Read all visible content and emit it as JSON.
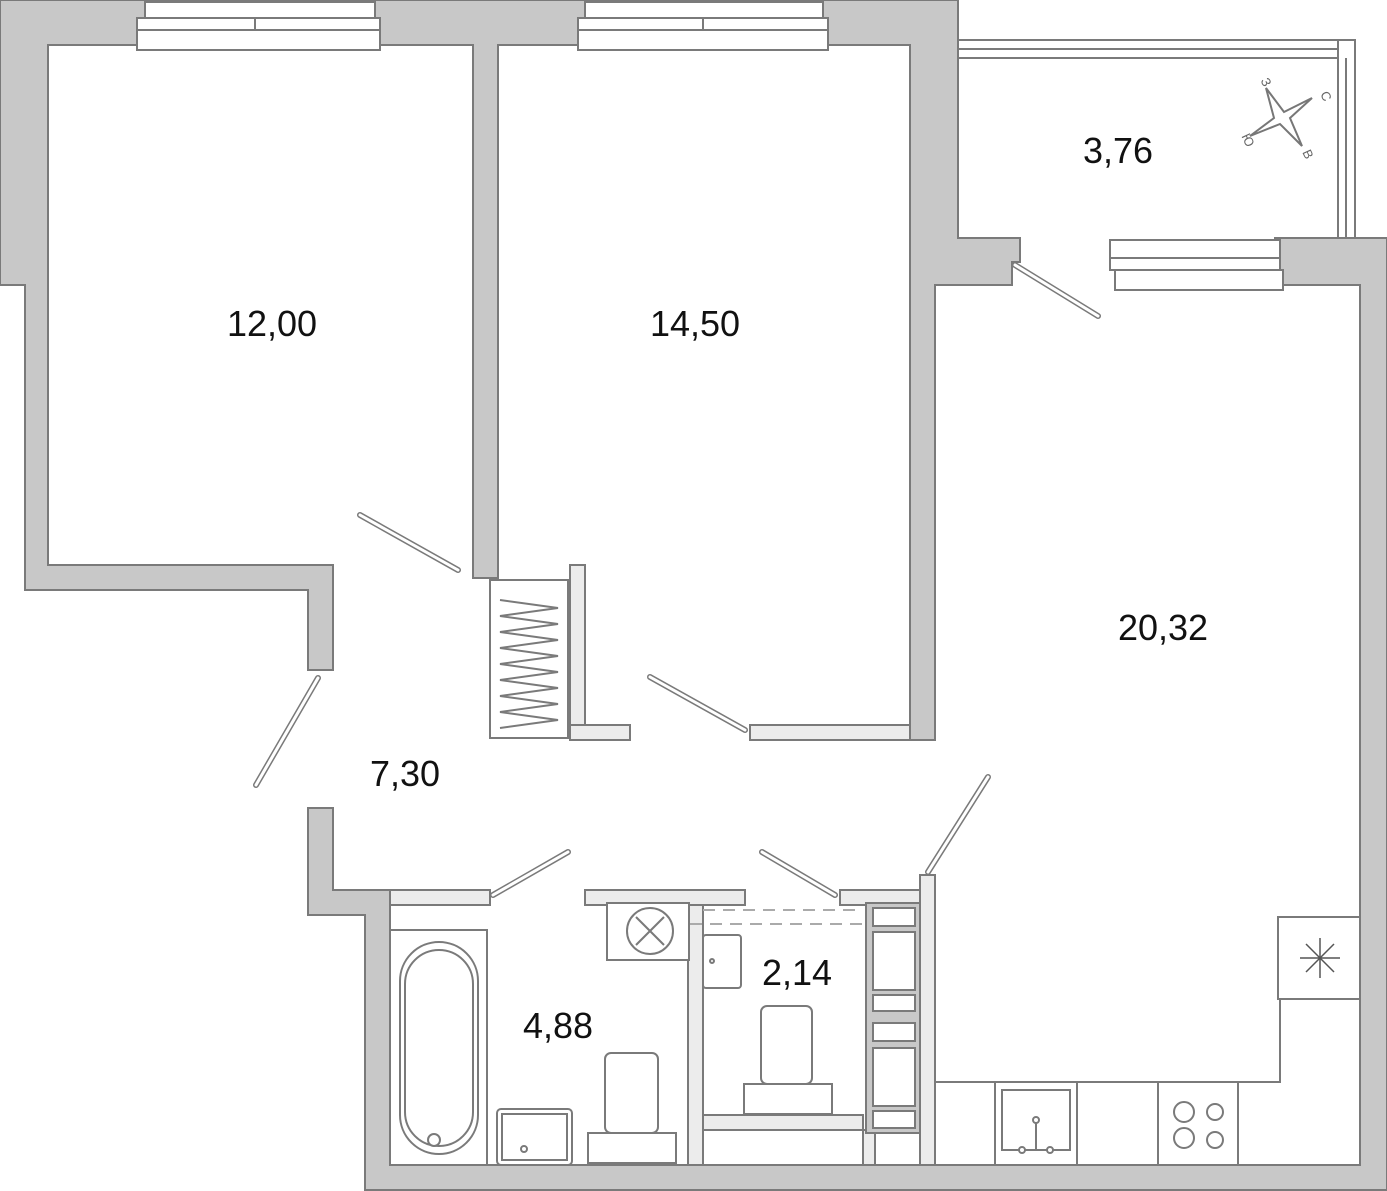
{
  "rooms": [
    {
      "name": "bedroom-1",
      "area": "12,00"
    },
    {
      "name": "bedroom-2",
      "area": "14,50"
    },
    {
      "name": "balcony",
      "area": "3,76"
    },
    {
      "name": "kitchen-living",
      "area": "20,32"
    },
    {
      "name": "hallway",
      "area": "7,30"
    },
    {
      "name": "bathroom",
      "area": "4,88"
    },
    {
      "name": "toilet",
      "area": "2,14"
    }
  ],
  "compass": {
    "west": "З",
    "north": "С",
    "east": "В",
    "south": "Ю"
  },
  "colors": {
    "wall": "#c8c8c8",
    "line": "#7a7a7a",
    "text": "#111111"
  }
}
